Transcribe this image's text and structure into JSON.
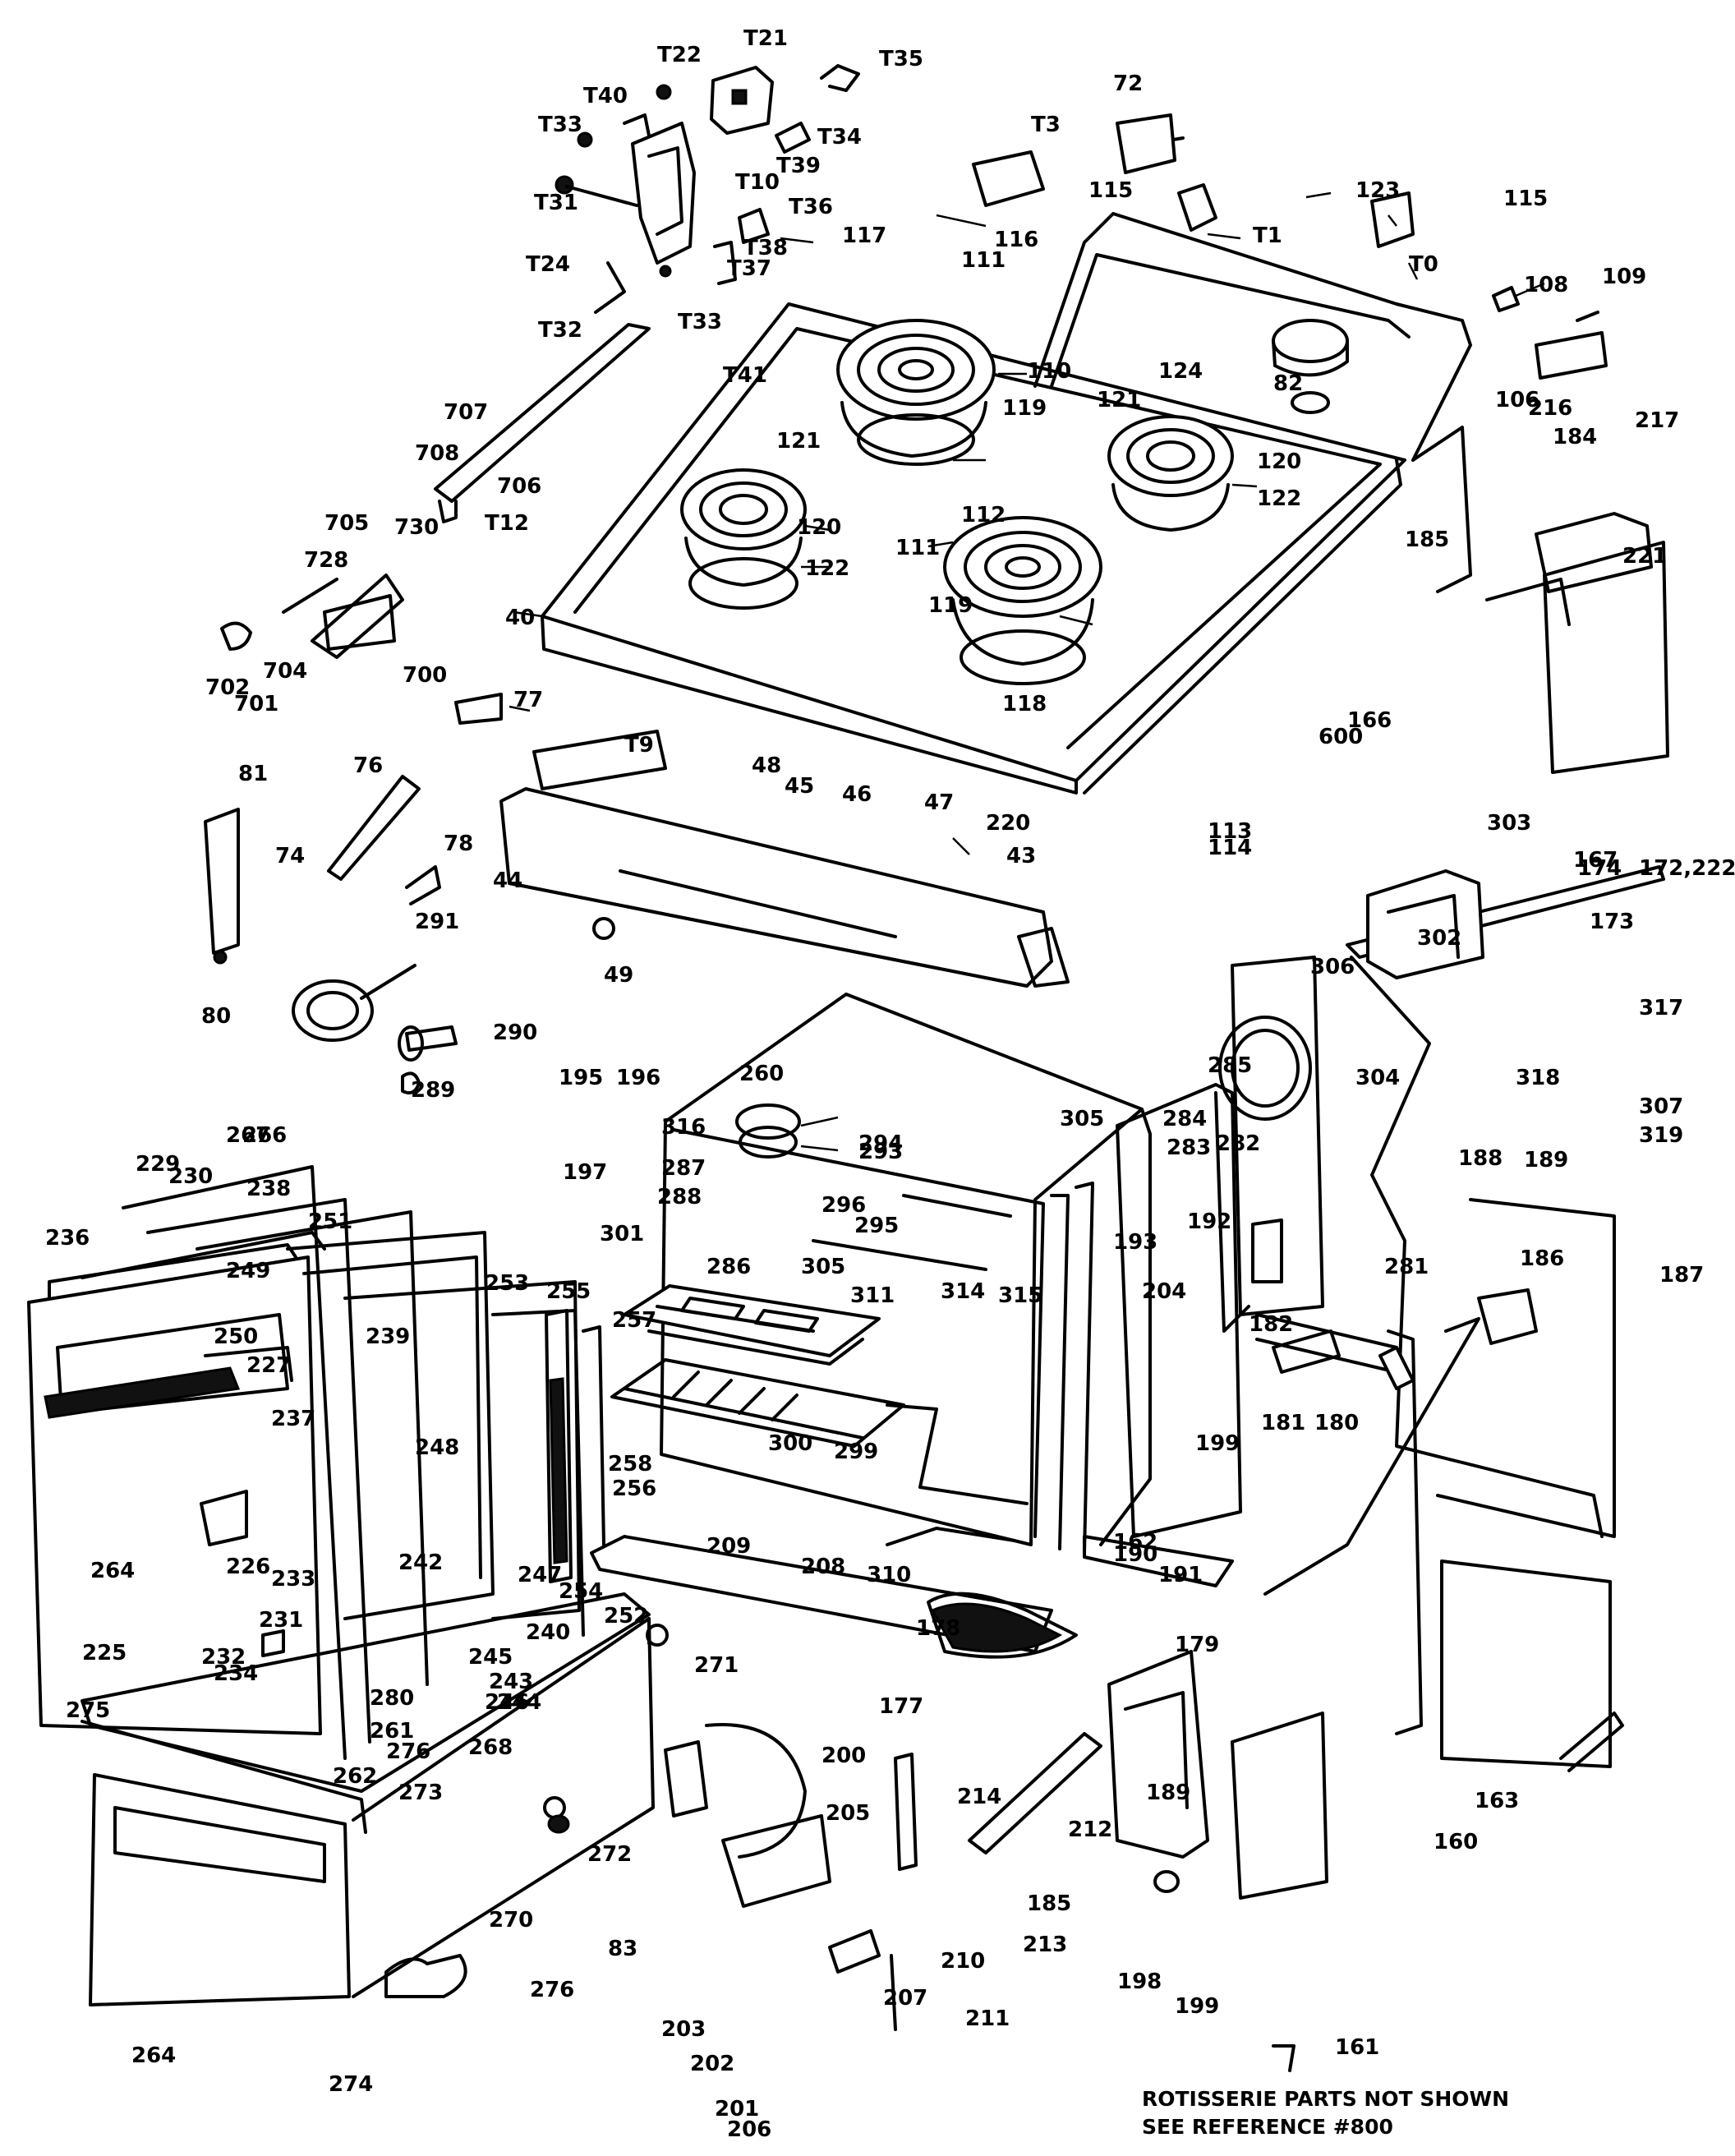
{
  "note": {
    "line1": "ROTISSERIE PARTS NOT SHOWN",
    "line2": "SEE REFERENCE #800"
  },
  "labels": [
    "T22",
    "T21",
    "T35",
    "T40",
    "T33",
    "T34",
    "T39",
    "T10",
    "T31",
    "T36",
    "T37",
    "T38",
    "T24",
    "T33",
    "T32",
    "T41",
    "72",
    "T3",
    "115",
    "116",
    "T1",
    "123",
    "115",
    "T0",
    "108",
    "109",
    "117",
    "111",
    "110",
    "119",
    "124",
    "82",
    "121",
    "120",
    "122",
    "106",
    "216",
    "184",
    "217",
    "707",
    "708",
    "706",
    "T12",
    "121",
    "120",
    "122",
    "112",
    "111",
    "119",
    "705",
    "730",
    "728",
    "700",
    "702",
    "704",
    "701",
    "40",
    "118",
    "77",
    "T9",
    "48",
    "45",
    "46",
    "47",
    "220",
    "43",
    "44",
    "81",
    "76",
    "78",
    "74",
    "80",
    "49",
    "113",
    "114",
    "600",
    "185",
    "221",
    "166",
    "167",
    "174",
    "303",
    "302",
    "172,222",
    "306",
    "173",
    "317",
    "304",
    "318",
    "319",
    "307",
    "291",
    "290",
    "289",
    "285",
    "284",
    "283",
    "282",
    "195",
    "196",
    "316",
    "260",
    "305",
    "294",
    "293",
    "197",
    "267",
    "266",
    "188",
    "189",
    "229",
    "230",
    "238",
    "251",
    "287",
    "288",
    "296",
    "295",
    "286",
    "305",
    "311",
    "314",
    "315",
    "193",
    "192",
    "301",
    "236",
    "249",
    "253",
    "255",
    "257",
    "239",
    "281",
    "186",
    "187",
    "250",
    "204",
    "182",
    "226",
    "237",
    "300",
    "299",
    "258",
    "248",
    "227",
    "181",
    "180",
    "199",
    "256",
    "162",
    "264",
    "242",
    "233",
    "209",
    "208",
    "310",
    "190",
    "191",
    "254",
    "247",
    "231",
    "232",
    "234",
    "252",
    "240",
    "245",
    "246",
    "178",
    "179",
    "271",
    "177",
    "225",
    "275",
    "280",
    "244",
    "243",
    "261",
    "262",
    "276",
    "268",
    "273",
    "163",
    "200",
    "214",
    "205",
    "212",
    "189",
    "272",
    "270",
    "83",
    "210",
    "185",
    "213",
    "198",
    "199",
    "160",
    "203",
    "202",
    "207",
    "201",
    "211",
    "276",
    "206",
    "161",
    "264",
    "274"
  ]
}
